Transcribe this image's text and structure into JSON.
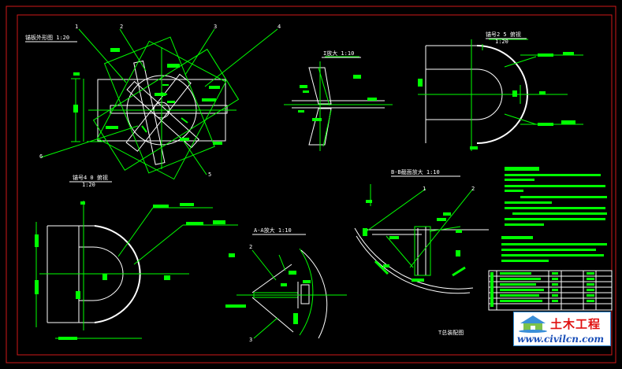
{
  "labels": {
    "view_main": "锚板外形图 1:20",
    "view_top": "锚号2 5 俯视",
    "view_top_scale": "1:20",
    "view_bottom": "锚号4 0 俯视",
    "view_bottom_scale": "1:20",
    "view_detail1": "I放大 1:10",
    "view_detail_bb": "B-B截面放大 1:10",
    "view_detail_aa": "A-A放大 1:10",
    "bottom_title": "T总装配图"
  },
  "callouts": [
    "1",
    "2",
    "3",
    "4",
    "5",
    "6",
    "1",
    "2",
    "2",
    "3"
  ],
  "logo": {
    "name": "土木工程",
    "url": "www.civilcn.com"
  },
  "colors": {
    "border": "#d01818",
    "geometry": "#ffffff",
    "annotation": "#00ff00",
    "axis": "#20d020",
    "logo_red": "#e01010",
    "logo_blue": "#1a4fb8"
  }
}
